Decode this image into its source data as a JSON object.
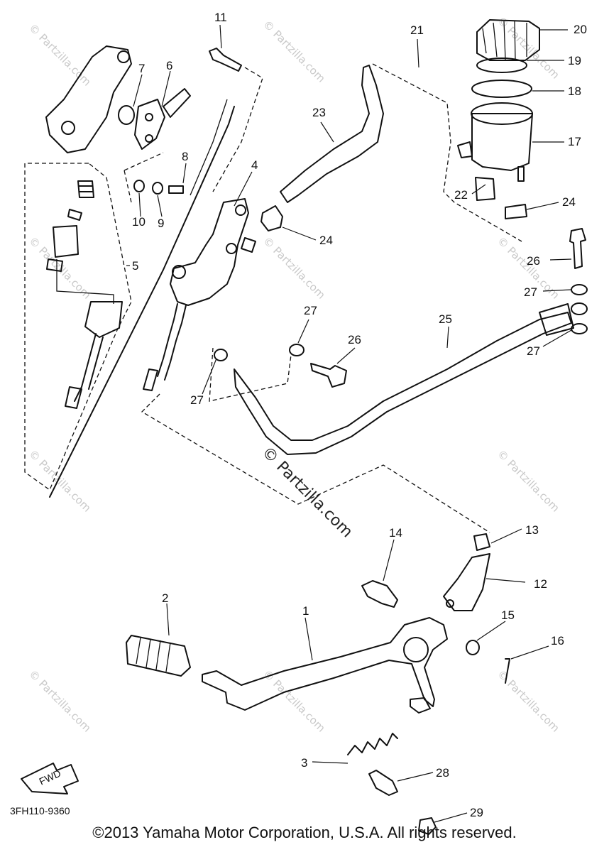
{
  "diagram": {
    "callouts": [
      "1",
      "2",
      "3",
      "4",
      "5",
      "6",
      "7",
      "8",
      "9",
      "10",
      "11",
      "12",
      "13",
      "14",
      "15",
      "16",
      "17",
      "18",
      "19",
      "20",
      "21",
      "22",
      "23",
      "24",
      "24",
      "25",
      "26",
      "26",
      "27",
      "27",
      "27",
      "27",
      "28",
      "29"
    ],
    "direction_label": "FWD",
    "drawing_code": "3FH110-9360",
    "watermark": "© Partzilla.com",
    "copyright": "©2013  Yamaha Motor Corporation, U.S.A. All rights reserved."
  }
}
